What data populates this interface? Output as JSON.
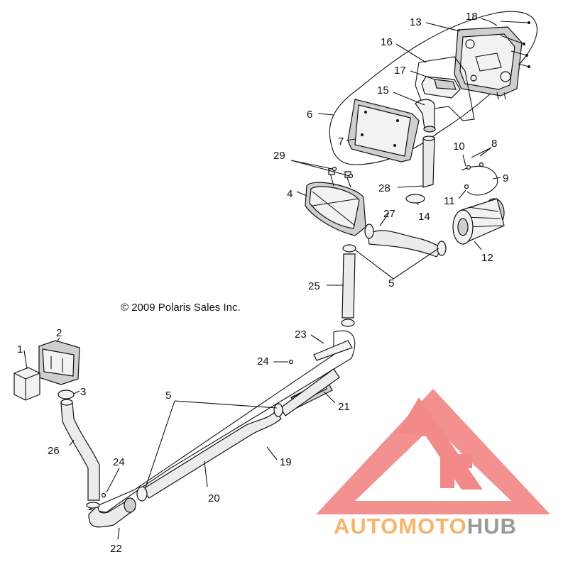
{
  "diagram": {
    "copyright": "© 2009 Polaris Sales Inc.",
    "labels": {
      "p1": "1",
      "p2": "2",
      "p3": "3",
      "p4": "4",
      "p5a": "5",
      "p5b": "5",
      "p6": "6",
      "p7": "7",
      "p8": "8",
      "p9": "9",
      "p10": "10",
      "p11": "11",
      "p12": "12",
      "p13": "13",
      "p14": "14",
      "p15": "15",
      "p16": "16",
      "p17": "17",
      "p18": "18",
      "p19": "19",
      "p20": "20",
      "p21": "21",
      "p22": "22",
      "p23": "23",
      "p24a": "24",
      "p24b": "24",
      "p25": "25",
      "p26": "26",
      "p27": "27",
      "p28": "28",
      "p29": "29"
    }
  },
  "watermark": {
    "text_a": "AUTOMOTO",
    "text_b": "HUB",
    "color_logo": "#f28a8a",
    "color_a": "#f6b56a",
    "color_b": "#9a9a9a"
  }
}
